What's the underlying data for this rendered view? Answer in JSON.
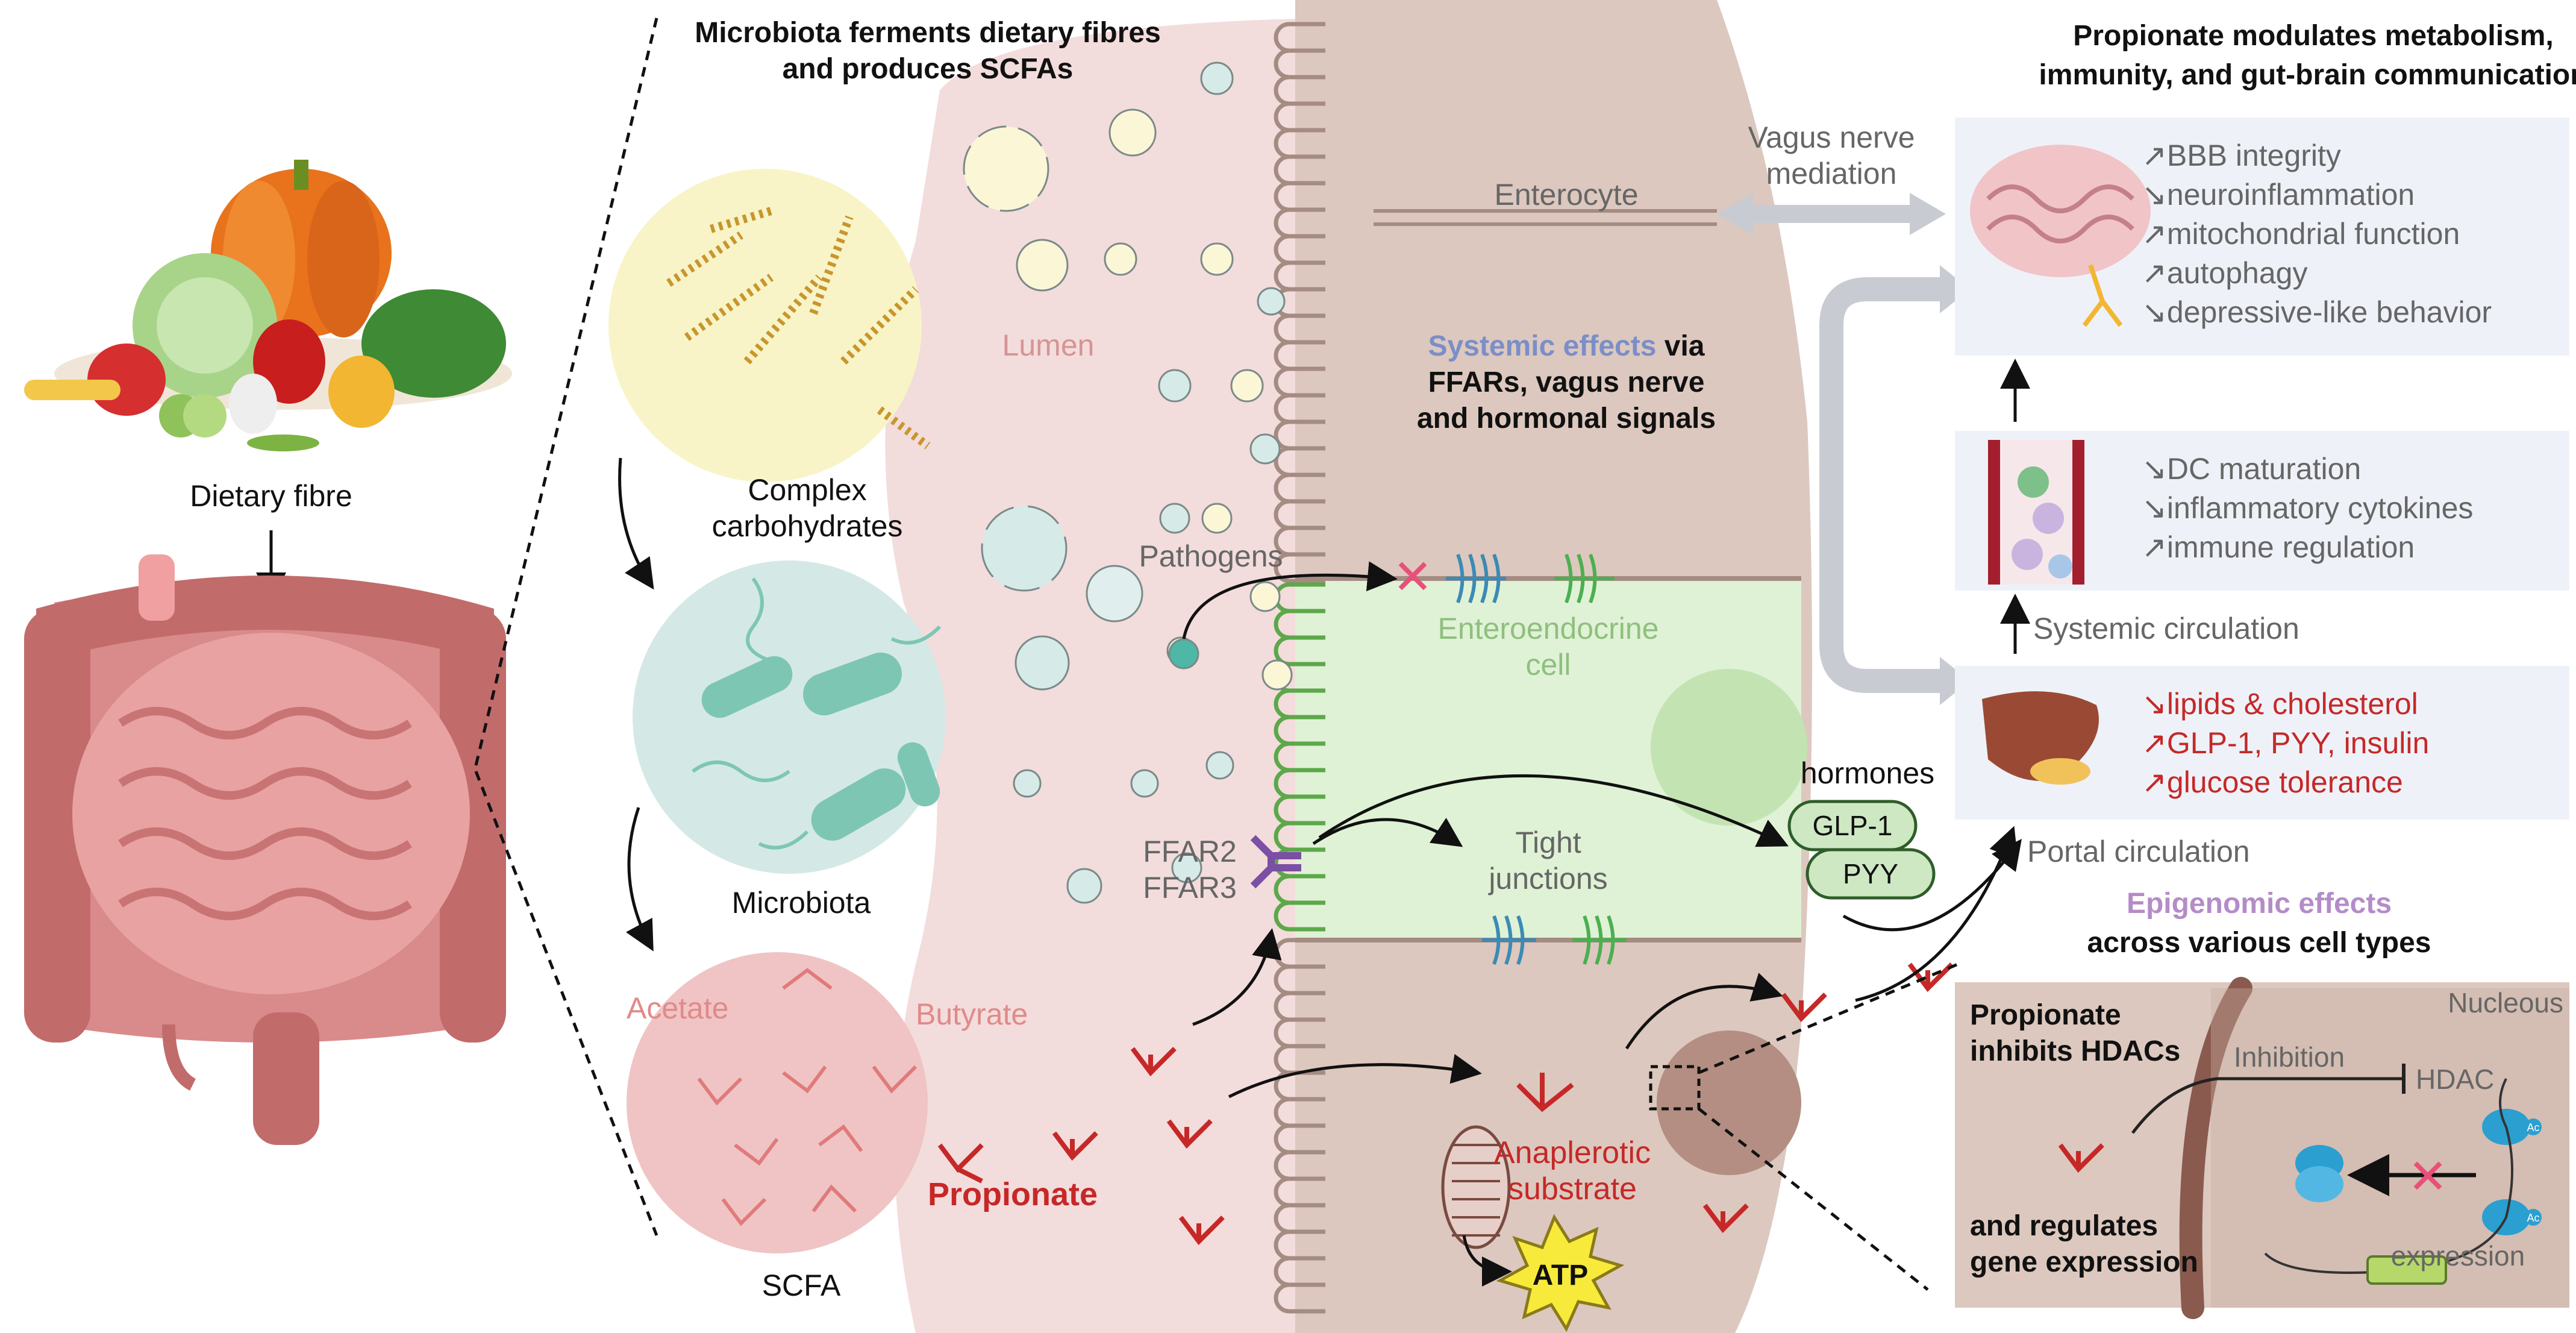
{
  "left": {
    "dietary_fibre": "Dietary fibre"
  },
  "gut": {
    "title_line1": "Microbiota ferments dietary fibres",
    "title_line2": "and produces SCFAs",
    "complex_line1": "Complex",
    "complex_line2": "carbohydrates",
    "microbiota": "Microbiota",
    "scfa": "SCFA",
    "acetate": "Acetate",
    "butyrate": "Butyrate",
    "propionate": "Propionate",
    "lumen": "Lumen",
    "pathogens": "Pathogens",
    "ffar2": "FFAR2",
    "ffar3": "FFAR3"
  },
  "epithelium": {
    "enterocyte": "Enterocyte",
    "systemic_part1": "Systemic effects",
    "systemic_part2": " via",
    "systemic_line2": "FFARs, vagus nerve",
    "systemic_line3": "and hormonal signals",
    "enteroendocrine_line1": "Enteroendocrine",
    "enteroendocrine_line2": "cell",
    "tight_line1": "Tight",
    "tight_line2": "junctions",
    "hormones": "hormones",
    "glp1": "GLP-1",
    "pyy": "PYY",
    "anaplerotic_line1": "Anaplerotic",
    "anaplerotic_line2": "substrate",
    "atp": "ATP"
  },
  "right": {
    "title_line1": "Propionate modulates metabolism,",
    "title_line2": "immunity, and gut-brain communication",
    "vagus_line1": "Vagus nerve",
    "vagus_line2": "mediation",
    "brain_effects": [
      "↗BBB integrity",
      "↘neuroinflammation",
      "↗mitochondrial function",
      "↗autophagy",
      "↘depressive-like behavior"
    ],
    "immune_effects": [
      "↘DC maturation",
      "↘inflammatory cytokines",
      "↗immune regulation"
    ],
    "systemic_circulation": "Systemic circulation",
    "liver_effects": [
      "↘lipids & cholesterol",
      "↗GLP-1, PYY, insulin",
      "↗glucose tolerance"
    ],
    "portal_circulation": "Portal circulation",
    "epigenomic_line1": "Epigenomic effects",
    "epigenomic_line2": "across various cell types",
    "nucleous": "Nucleous",
    "inhibits_line1": "Propionate",
    "inhibits_line2": "inhibits HDACs",
    "inhibition": "Inhibition",
    "hdac": "HDAC",
    "regulates_line1": "and regulates",
    "regulates_line2": "gene expression",
    "expression": "expression",
    "ac": "Ac"
  },
  "colors": {
    "propionate_red": "#c62828",
    "systemic_blue": "#7b8ec8",
    "epigenomic_purple": "#b48cc8",
    "lumen_pink": "#f3dcdc",
    "cell_tan": "#dcc8be",
    "ee_green": "#dff2d5",
    "panel_blue": "#eef2f8"
  }
}
